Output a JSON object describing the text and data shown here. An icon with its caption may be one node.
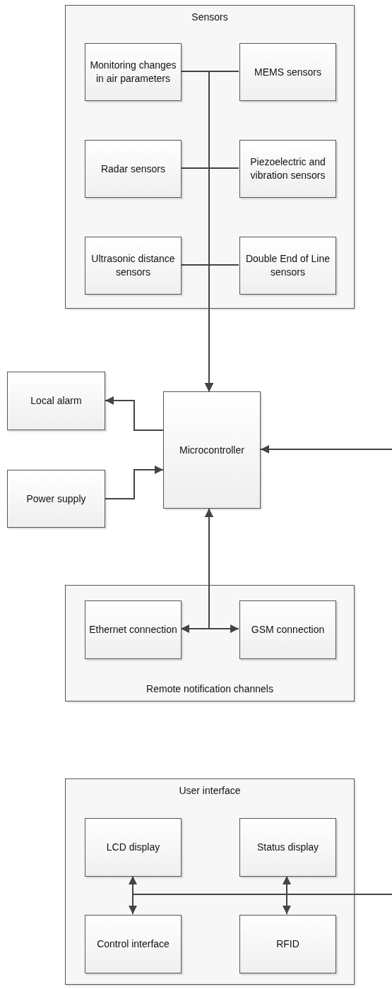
{
  "diagram": {
    "nodes": [
      {
        "text": [
          "Sensors"
        ]
      },
      {
        "text": [
          "Monitoring changes in air parameters"
        ],
        "in": 0
      },
      {
        "text": [
          "MEMS sensors"
        ],
        "in": 0
      },
      {
        "text": [
          "Radar sensors"
        ],
        "in": 0
      },
      {
        "text": [
          "Piezoelectric and vibration sensors"
        ],
        "in": 0
      },
      {
        "text": [
          "Ultrasonic distance sensors"
        ],
        "in": 0
      },
      {
        "text": [
          "Double End of Line sensors"
        ],
        "in": 0
      },
      {
        "text": [
          "Local alarm"
        ]
      },
      {
        "text": [
          "Microcontroller"
        ]
      },
      {
        "text": [
          "Power supply"
        ]
      },
      {
        "text": [
          "Remote notification channels"
        ]
      },
      {
        "text": [
          "Ethernet connection"
        ],
        "in": 10
      },
      {
        "text": [
          "GSM connection"
        ],
        "in": 10
      },
      {
        "text": [
          "User interface"
        ]
      },
      {
        "text": [
          "LCD display"
        ],
        "in": 13
      },
      {
        "text": [
          "Status display"
        ],
        "in": 13
      },
      {
        "text": [
          "Control interface"
        ],
        "in": 13
      },
      {
        "text": [
          "RFID"
        ],
        "in": 13
      }
    ],
    "edges": [
      {
        "from": 1,
        "to": 8,
        "arrow": "to"
      },
      {
        "from": 2,
        "to": 8,
        "arrow": "to"
      },
      {
        "from": 3,
        "to": 8,
        "arrow": "to"
      },
      {
        "from": 4,
        "to": 8,
        "arrow": "to"
      },
      {
        "from": 5,
        "to": 8,
        "arrow": "to"
      },
      {
        "from": 6,
        "to": 8,
        "arrow": "to"
      },
      {
        "from": 8,
        "to": 7,
        "arrow": "to"
      },
      {
        "from": 9,
        "to": 8,
        "arrow": "to"
      },
      {
        "from": null,
        "to": 8,
        "arrow": "to"
      },
      {
        "from": 8,
        "to": 11,
        "arrow": "both"
      },
      {
        "from": 8,
        "to": 12,
        "arrow": "both"
      },
      {
        "from": null,
        "to": 14,
        "arrow": "to"
      },
      {
        "from": null,
        "to": 15,
        "arrow": "to"
      },
      {
        "from": null,
        "to": 16,
        "arrow": "to"
      },
      {
        "from": null,
        "to": 17,
        "arrow": "to"
      }
    ]
  }
}
